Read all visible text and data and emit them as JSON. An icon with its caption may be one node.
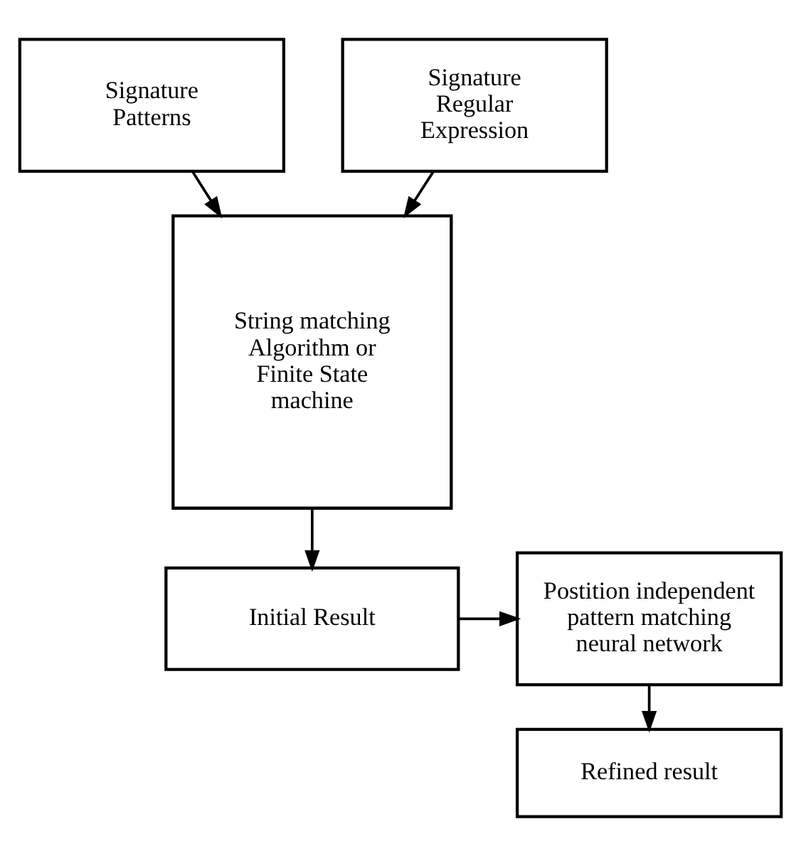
{
  "diagram": {
    "nodes": [
      {
        "text": [
          "Signature Patterns"
        ]
      },
      {
        "text": [
          "Signature Regular Expression"
        ]
      },
      {
        "text": [
          "String matching Algorithm or Finite State machine"
        ]
      },
      {
        "text": [
          "Initial Result"
        ]
      },
      {
        "text": [
          "Postition independent pattern matching neural network"
        ]
      },
      {
        "text": [
          "Refined result"
        ]
      }
    ],
    "edges": [
      {
        "from": 0,
        "to": 2,
        "arrow": "to"
      },
      {
        "from": 1,
        "to": 2,
        "arrow": "to"
      },
      {
        "from": 2,
        "to": 3,
        "arrow": "to"
      },
      {
        "from": 3,
        "to": 4,
        "arrow": "to"
      },
      {
        "from": 4,
        "to": 5,
        "arrow": "to"
      }
    ]
  }
}
